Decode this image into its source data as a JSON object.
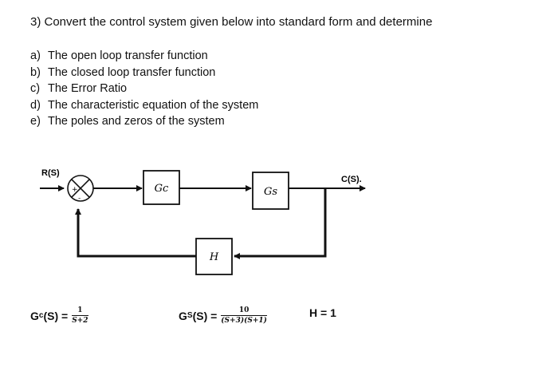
{
  "question": {
    "text": "3)  Convert the control system given below into standard form and determine",
    "parts": [
      {
        "label": "a)",
        "text": "The open loop transfer function"
      },
      {
        "label": "b)",
        "text": "The closed loop transfer function"
      },
      {
        "label": "c)",
        "text": "The Error Ratio"
      },
      {
        "label": "d)",
        "text": "The characteristic equation of the system"
      },
      {
        "label": "e)",
        "text": "The poles and zeros of the system"
      }
    ]
  },
  "diagram": {
    "input_label": "R(S)",
    "output_label": "C(S).",
    "plus_sign": "+",
    "minus_sign": "-",
    "controller_block": "Gc",
    "plant_block": "Gs",
    "feedback_block": "H"
  },
  "equations": {
    "gc": {
      "lhs_main": "G",
      "lhs_sub": "c",
      "lhs_rest": "(S) =",
      "numerator": "1",
      "denominator": "S+2"
    },
    "gs": {
      "lhs_main": "G",
      "lhs_sub": "S",
      "lhs_rest": "(S) =",
      "numerator": "10",
      "denominator": "(S+3)(S+1)"
    },
    "h": {
      "text": "H = 1"
    }
  }
}
